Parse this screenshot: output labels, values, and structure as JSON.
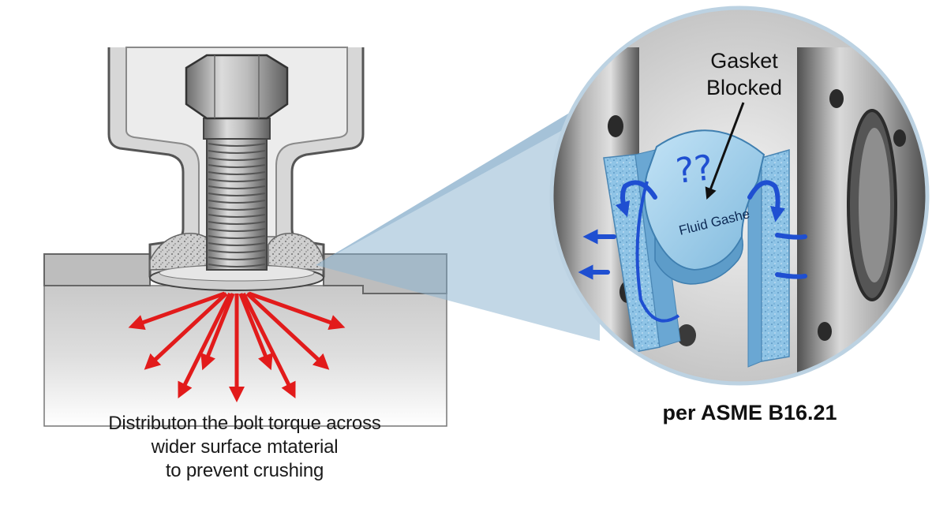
{
  "callout": {
    "line1": "Gasket",
    "line2": "Blocked"
  },
  "gasket_label": "Fluid Gashe",
  "question_marks": "??",
  "caption": {
    "line1": "Distributon the bolt torque across",
    "line2": "wider surface mtaterial",
    "line3": "to prevent crushing"
  },
  "standard": "per ASME B16.21",
  "colors": {
    "force_arrows": "#e21b1b",
    "flow_arrows": "#1f4fd1",
    "gasket": "#a8d4ee",
    "callout_beam": "#8fb6d2"
  }
}
